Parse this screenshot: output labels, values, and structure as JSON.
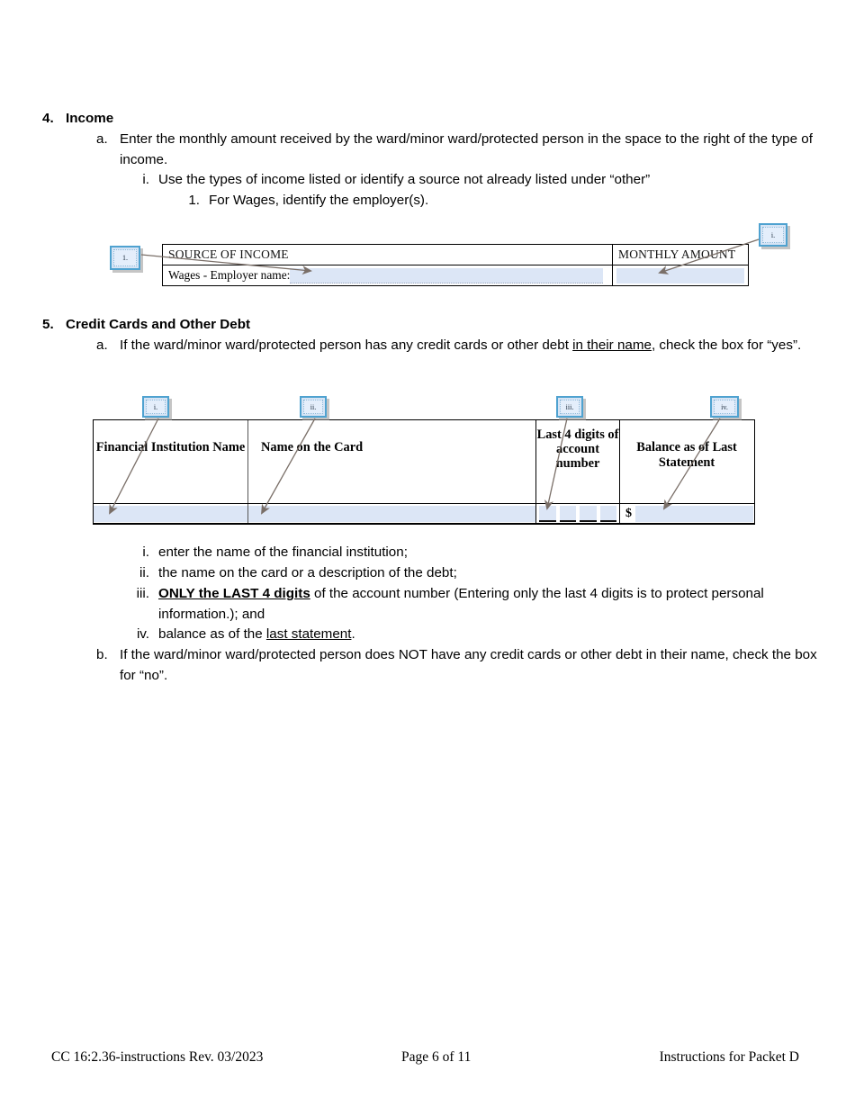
{
  "document": {
    "section_income": {
      "number": "4.",
      "title": "Income",
      "item_a_marker": "a.",
      "item_a_text": "Enter the monthly amount received by the ward/minor ward/protected person in the space to the right of the type of income.",
      "item_i_marker": "i.",
      "item_i_text": "Use the types of income listed or identify a source not already listed under “other”",
      "item_1_marker": "1.",
      "item_1_text": "For Wages, identify the employer(s)."
    },
    "income_table": {
      "header_source": "SOURCE OF INCOME",
      "header_amount": "MONTHLY AMOUNT",
      "row_label": "Wages - Employer name:",
      "callouts": [
        {
          "label": "1."
        },
        {
          "label": "i."
        }
      ]
    },
    "section_debt": {
      "number": "5.",
      "title": "Credit Cards and Other Debt",
      "item_a_marker": "a.",
      "item_a_text_pre": "If the ward/minor ward/protected person has any credit cards or other debt ",
      "item_a_text_underline": "in their name",
      "item_a_text_post": ", check the box for “yes”."
    },
    "debt_table": {
      "columns": [
        "Financial Institution Name",
        "Name on the Card",
        "Last 4 digits of account number",
        "Balance as of Last Statement"
      ],
      "currency_symbol": "$",
      "digit_boxes": 4,
      "callouts": [
        {
          "label": "i."
        },
        {
          "label": "ii."
        },
        {
          "label": "iii."
        },
        {
          "label": "iv."
        }
      ]
    },
    "debt_sublist": [
      {
        "marker": "i.",
        "text": "enter the name of the financial institution;"
      },
      {
        "marker": "ii.",
        "text": "the name on the card or a description of the debt;"
      },
      {
        "marker": "iii.",
        "bold_underline": "ONLY the LAST 4 digits",
        "text": " of the account number (Entering only the last 4 digits is to protect personal information.); and"
      },
      {
        "marker": "iv.",
        "text_pre": "balance as of the ",
        "text_underline": "last statement",
        "text_post": "."
      }
    ],
    "section_debt_b": {
      "marker": "b.",
      "text": "If the ward/minor ward/protected person does NOT have any credit cards or other debt in their name, check the box for “no”."
    },
    "footer": {
      "left": "CC 16:2.36-instructions Rev. 03/2023",
      "center": "Page 6 of 11",
      "right": "Instructions for Packet D"
    },
    "colors": {
      "callout_border": "#4fa2d0",
      "callout_fill": "#d6e4f5",
      "form_fill": "#dce6f6",
      "arrow": "#7a6f68"
    }
  }
}
